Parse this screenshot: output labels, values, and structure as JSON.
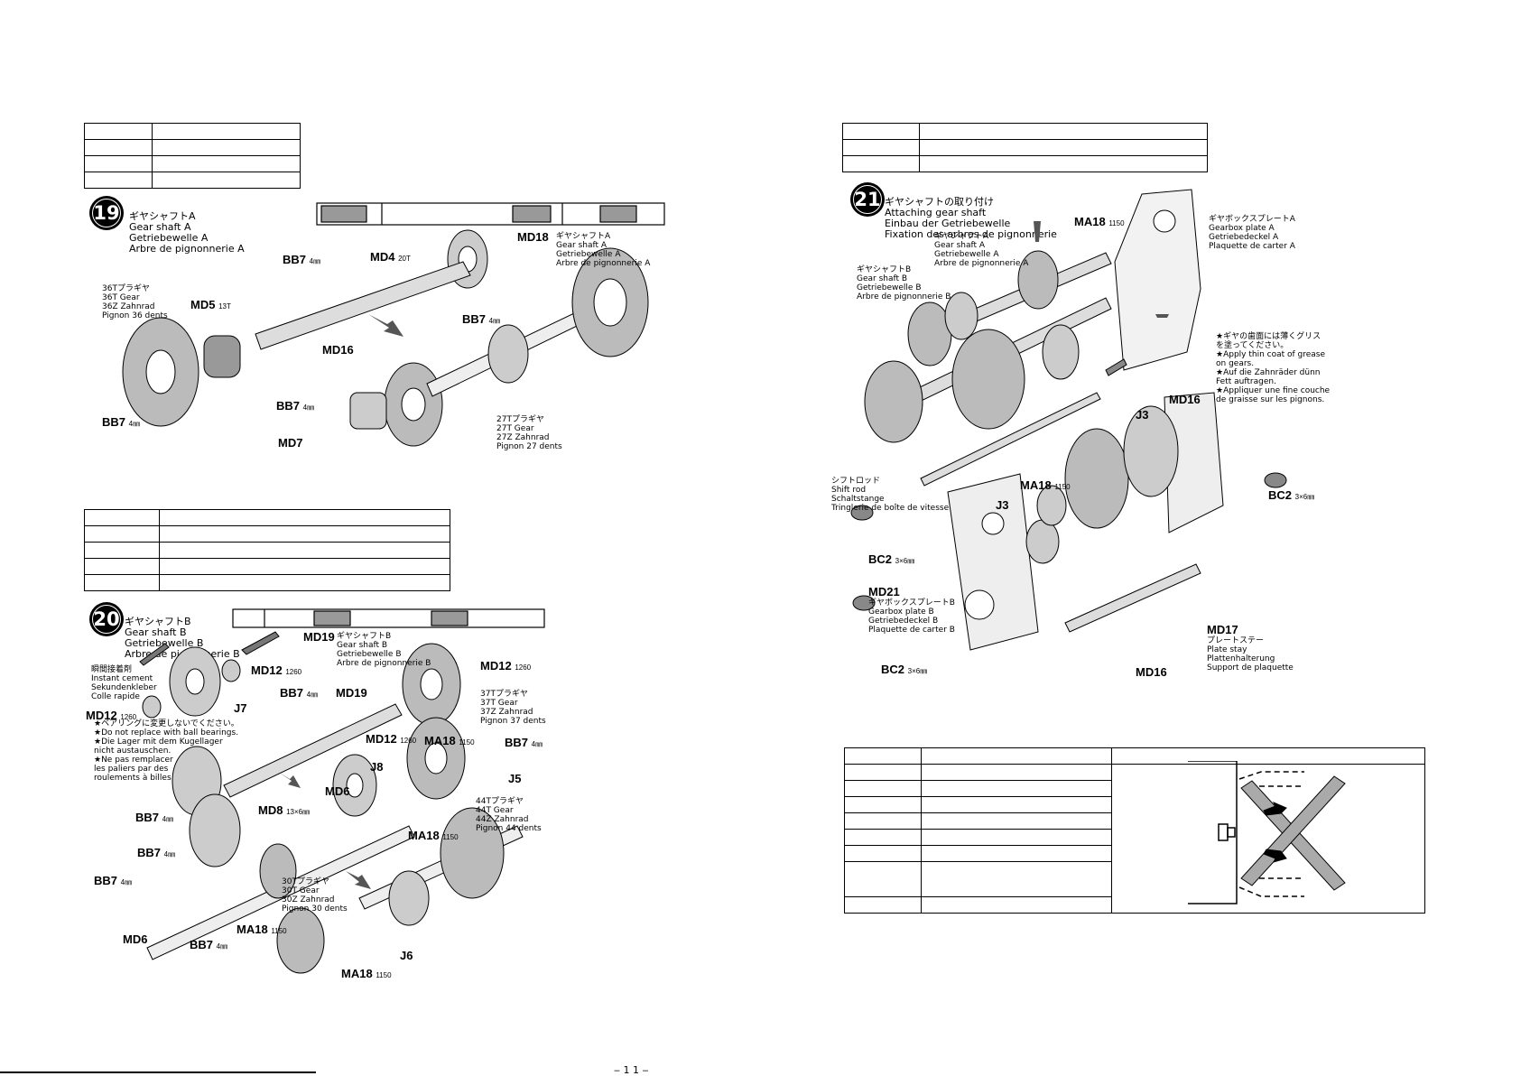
{
  "step19": {
    "number": "19",
    "title_jp": "ギヤシャフトA",
    "title_en": "Gear shaft A",
    "title_de": "Getriebewelle A",
    "title_fr": "Arbre de pignonnerie A",
    "parts": {
      "md18": "MD18",
      "md18_desc": "ギヤシャフトA\nGear shaft A\nGetriebewelle A\nArbre de pignonnerie A",
      "md4": "MD4",
      "md4_sub": "20T",
      "bb7_a": "BB7",
      "bb7_a_sub": "4㎜",
      "md5": "MD5",
      "md5_sub": "13T",
      "gear36": "36Tプラギヤ\n36T Gear\n36Z Zahnrad\nPignon 36 dents",
      "md16": "MD16",
      "bb7_b": "BB7",
      "bb7_b_sub": "4㎜",
      "bb7_c": "BB7",
      "bb7_c_sub": "4㎜",
      "bb7_d": "BB7",
      "bb7_d_sub": "4㎜",
      "md7": "MD7",
      "gear27": "27Tプラギヤ\n27T Gear\n27Z Zahnrad\nPignon 27 dents"
    }
  },
  "step20": {
    "number": "20",
    "title_jp": "ギヤシャフトB",
    "title_en": "Gear shaft B",
    "title_de": "Getriebewelle B",
    "title_fr": "Arbre de pignonnerie B",
    "cement": "瞬間接着剤\nInstant cement\nSekundenkleber\nColle rapide",
    "warning": "★ベアリングに変更しないでください。\n★Do not replace with ball bearings.\n★Die Lager mit dem Kugellager\nnicht austauschen.\n★Ne pas remplacer\nles paliers par des\nroulements à billes.",
    "parts": {
      "md19_top": "MD19",
      "md19_desc": "ギヤシャフトB\nGear shaft B\nGetriebewelle B\nArbre de pignonnerie B",
      "md12_a": "MD12",
      "md12_a_sub": "1260",
      "md12_b": "MD12",
      "md12_b_sub": "1260",
      "md12_c": "MD12",
      "md12_c_sub": "1260",
      "md12_d": "MD12",
      "md12_d_sub": "1260",
      "j7": "J7",
      "bb7_a": "BB7",
      "bb7_a_sub": "4㎜",
      "md19": "MD19",
      "gear37": "37Tプラギヤ\n37T Gear\n37Z Zahnrad\nPignon 37 dents",
      "ma18_a": "MA18",
      "ma18_a_sub": "1150",
      "bb7_b": "BB7",
      "bb7_b_sub": "4㎜",
      "j5": "J5",
      "j8": "J8",
      "md6_a": "MD6",
      "md8": "MD8",
      "md8_sub": "13×6㎜",
      "gear44": "44Tプラギヤ\n44T Gear\n44Z Zahnrad\nPignon 44 dents",
      "ma18_b": "MA18",
      "ma18_b_sub": "1150",
      "bb7_c": "BB7",
      "bb7_c_sub": "4㎜",
      "bb7_d": "BB7",
      "bb7_d_sub": "4㎜",
      "bb7_e": "BB7",
      "bb7_e_sub": "4㎜",
      "gear30": "30Tプラギヤ\n30T Gear\n30Z Zahnrad\nPignon 30 dents",
      "md6_b": "MD6",
      "ma18_c": "MA18",
      "ma18_c_sub": "1150",
      "bb7_f": "BB7",
      "bb7_f_sub": "4㎜",
      "j6": "J6",
      "ma18_d": "MA18",
      "ma18_d_sub": "1150"
    }
  },
  "step21": {
    "number": "21",
    "title_jp": "ギヤシャフトの取り付け",
    "title_en": "Attaching gear shaft",
    "title_de": "Einbau der Getriebewelle",
    "title_fr": "Fixation des arbres de pignonnerie",
    "grease": "★ギヤの歯面には薄くグリス\nを塗ってください。\n★Apply thin coat of grease\non gears.\n★Auf die Zahnräder dünn\nFett auftragen.\n★Appliquer une fine couche\nde graisse sur les pignons.",
    "parts": {
      "shaftA": "ギヤシャフトA\nGear shaft A\nGetriebewelle A\nArbre de pignonnerie A",
      "shaftB": "ギヤシャフトB\nGear shaft B\nGetriebewelle B\nArbre de pignonnerie B",
      "ma18_a": "MA18",
      "ma18_a_sub": "1150",
      "plateA": "ギヤボックスプレートA\nGearbox plate A\nGetriebedeckel A\nPlaquette de carter A",
      "md16_a": "MD16",
      "j3_a": "J3",
      "shiftrod": "シフトロッド\nShift rod\nSchaltstange\nTringlerie de boîte de vitesse",
      "ma18_b": "MA18",
      "ma18_b_sub": "1150",
      "j3_b": "J3",
      "bc2_a": "BC2",
      "bc2_a_sub": "3×6㎜",
      "bc2_b": "BC2",
      "bc2_b_sub": "3×6㎜",
      "md21": "MD21",
      "plateB": "ギヤボックスプレートB\nGearbox plate B\nGetriebedeckel B\nPlaquette de carter B",
      "bc2_c": "BC2",
      "bc2_c_sub": "3×6㎜",
      "md17": "MD17",
      "md17_desc": "プレートステー\nPlate stay\nPlattenhalterung\nSupport de plaquette",
      "md16_b": "MD16"
    }
  },
  "bottom_text": "‒ 1 1 ‒"
}
